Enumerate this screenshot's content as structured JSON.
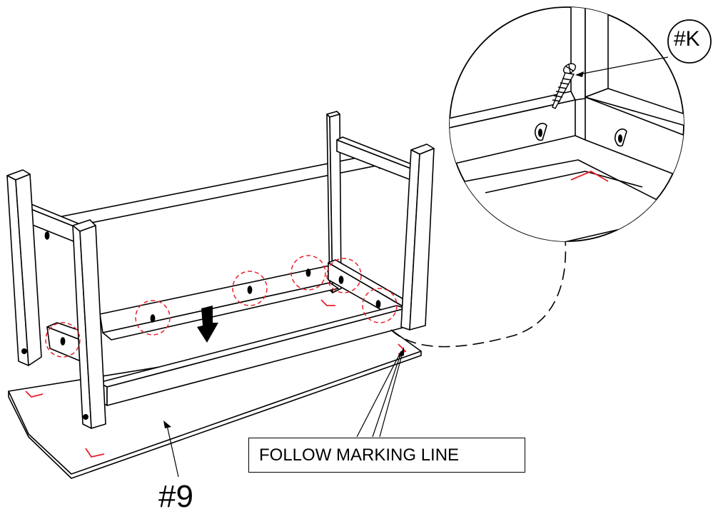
{
  "labels": {
    "part_9": "#9",
    "part_k": "#K",
    "instruction": "FOLLOW MARKING LINE"
  },
  "colors": {
    "line": "#000000",
    "marking": "#e8202a",
    "background": "#ffffff"
  },
  "icons": {
    "push_arrow": "down-arrow-icon",
    "screw": "screw-icon"
  }
}
